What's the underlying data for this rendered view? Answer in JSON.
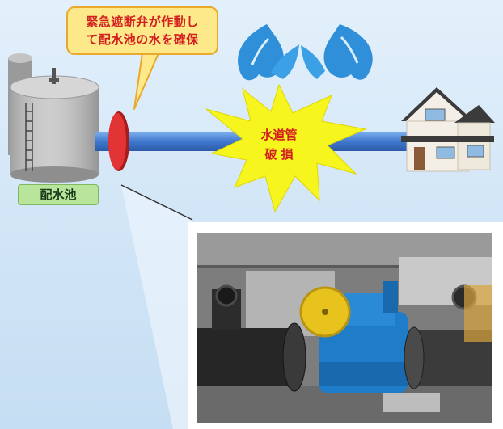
{
  "callout": {
    "line1": "緊急遮断弁が作動し",
    "line2": "て配水池の水を確保"
  },
  "burst": {
    "line1": "水道管",
    "line2": "破 損"
  },
  "tank_label": "配水池",
  "colors": {
    "pipe": "#4a7fd0",
    "valve": "#d92b2b",
    "burst": "#f7f51e",
    "callout_bg": "#fde98a",
    "label_bg": "#b9e49c",
    "water": "#2f8fd8",
    "valve_photo_blue": "#1e7cc8",
    "valve_photo_yellow": "#e8c21d"
  }
}
